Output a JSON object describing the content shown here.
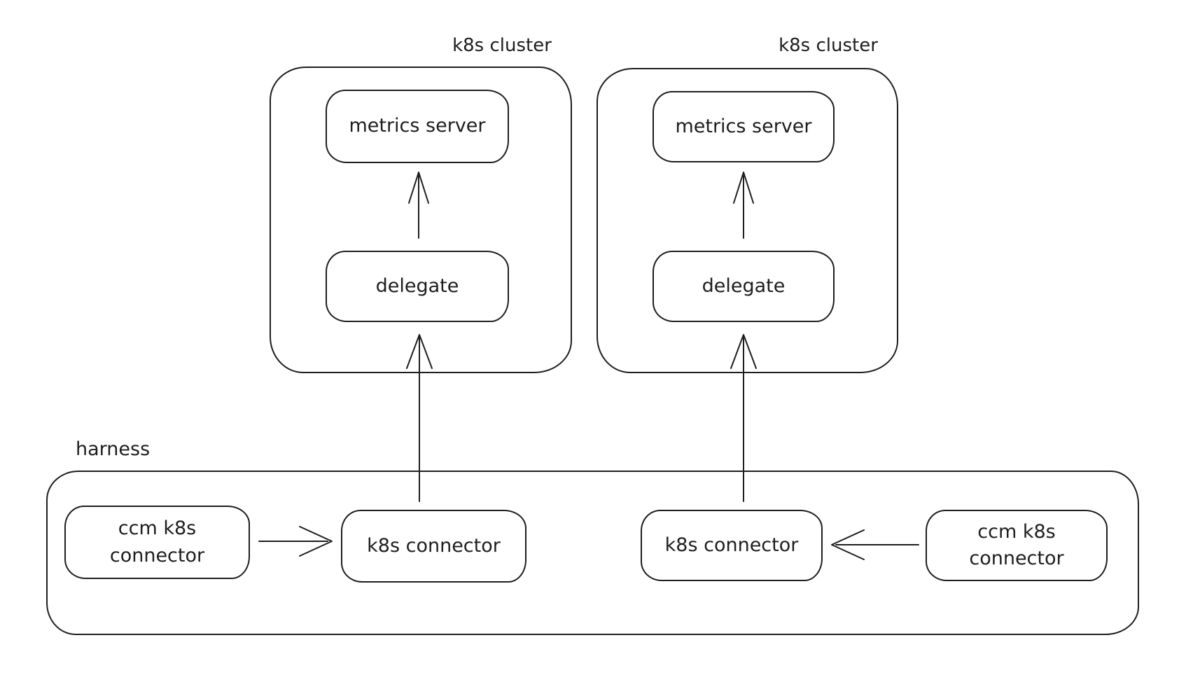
{
  "diagram": {
    "background_color": "#ffffff",
    "stroke_color": "#1e1e1e",
    "clusters": [
      {
        "label": "k8s cluster",
        "metrics_server_label": "metrics server",
        "delegate_label": "delegate"
      },
      {
        "label": "k8s cluster",
        "metrics_server_label": "metrics server",
        "delegate_label": "delegate"
      }
    ],
    "harness": {
      "label": "harness",
      "left_ccm_connector_lines": [
        "ccm k8s",
        "connector"
      ],
      "left_k8s_connector_label": "k8s connector",
      "right_k8s_connector_label": "k8s connector",
      "right_ccm_connector_lines": [
        "ccm k8s",
        "connector"
      ]
    },
    "edges": [
      {
        "from": "delegate (left cluster)",
        "to": "metrics server (left cluster)"
      },
      {
        "from": "delegate (right cluster)",
        "to": "metrics server (right cluster)"
      },
      {
        "from": "k8s connector (left)",
        "to": "delegate (left cluster)"
      },
      {
        "from": "k8s connector (right)",
        "to": "delegate (right cluster)"
      },
      {
        "from": "ccm k8s connector (left)",
        "to": "k8s connector (left)"
      },
      {
        "from": "ccm k8s connector (right)",
        "to": "k8s connector (right)"
      }
    ]
  }
}
